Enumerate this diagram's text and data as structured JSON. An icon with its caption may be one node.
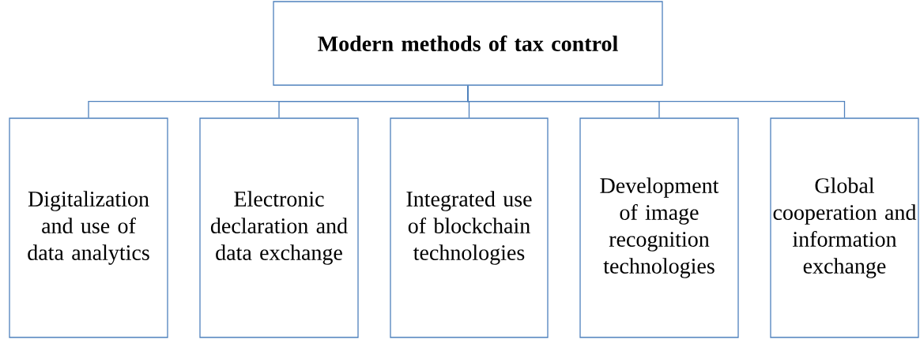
{
  "diagram": {
    "nodes": [
      {
        "text": [
          "Modern methods of tax control"
        ]
      },
      {
        "text": [
          "Digitalization and use of data analytics"
        ]
      },
      {
        "text": [
          "Electronic declaration and data exchange"
        ]
      },
      {
        "text": [
          "Integrated use of blockchain technologies"
        ]
      },
      {
        "text": [
          "Development of image recognition technologies"
        ]
      },
      {
        "text": [
          "Global cooperation and information exchange"
        ]
      }
    ],
    "edges": [
      {
        "from": 0,
        "to": 1,
        "arrow": "none"
      },
      {
        "from": 0,
        "to": 2,
        "arrow": "none"
      },
      {
        "from": 0,
        "to": 3,
        "arrow": "none"
      },
      {
        "from": 0,
        "to": 4,
        "arrow": "none"
      },
      {
        "from": 0,
        "to": 5,
        "arrow": "none"
      }
    ]
  }
}
